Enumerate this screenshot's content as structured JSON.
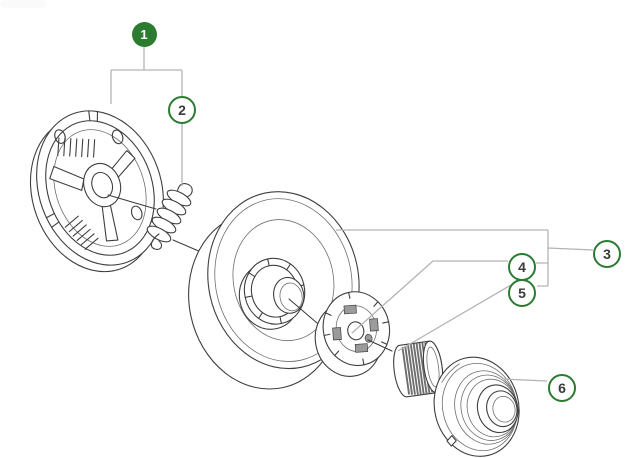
{
  "diagram": {
    "type": "exploded-parts-diagram",
    "background": "#ffffff",
    "accent_green": "#2b7c31",
    "ink": "#3f3f3f",
    "leader_gray": "#b3b3b3",
    "callouts": [
      {
        "label": "1",
        "style": "filled"
      },
      {
        "label": "2",
        "style": "outlined"
      },
      {
        "label": "3",
        "style": "outlined"
      },
      {
        "label": "4",
        "style": "outlined"
      },
      {
        "label": "5",
        "style": "outlined"
      },
      {
        "label": "6",
        "style": "outlined"
      }
    ]
  }
}
